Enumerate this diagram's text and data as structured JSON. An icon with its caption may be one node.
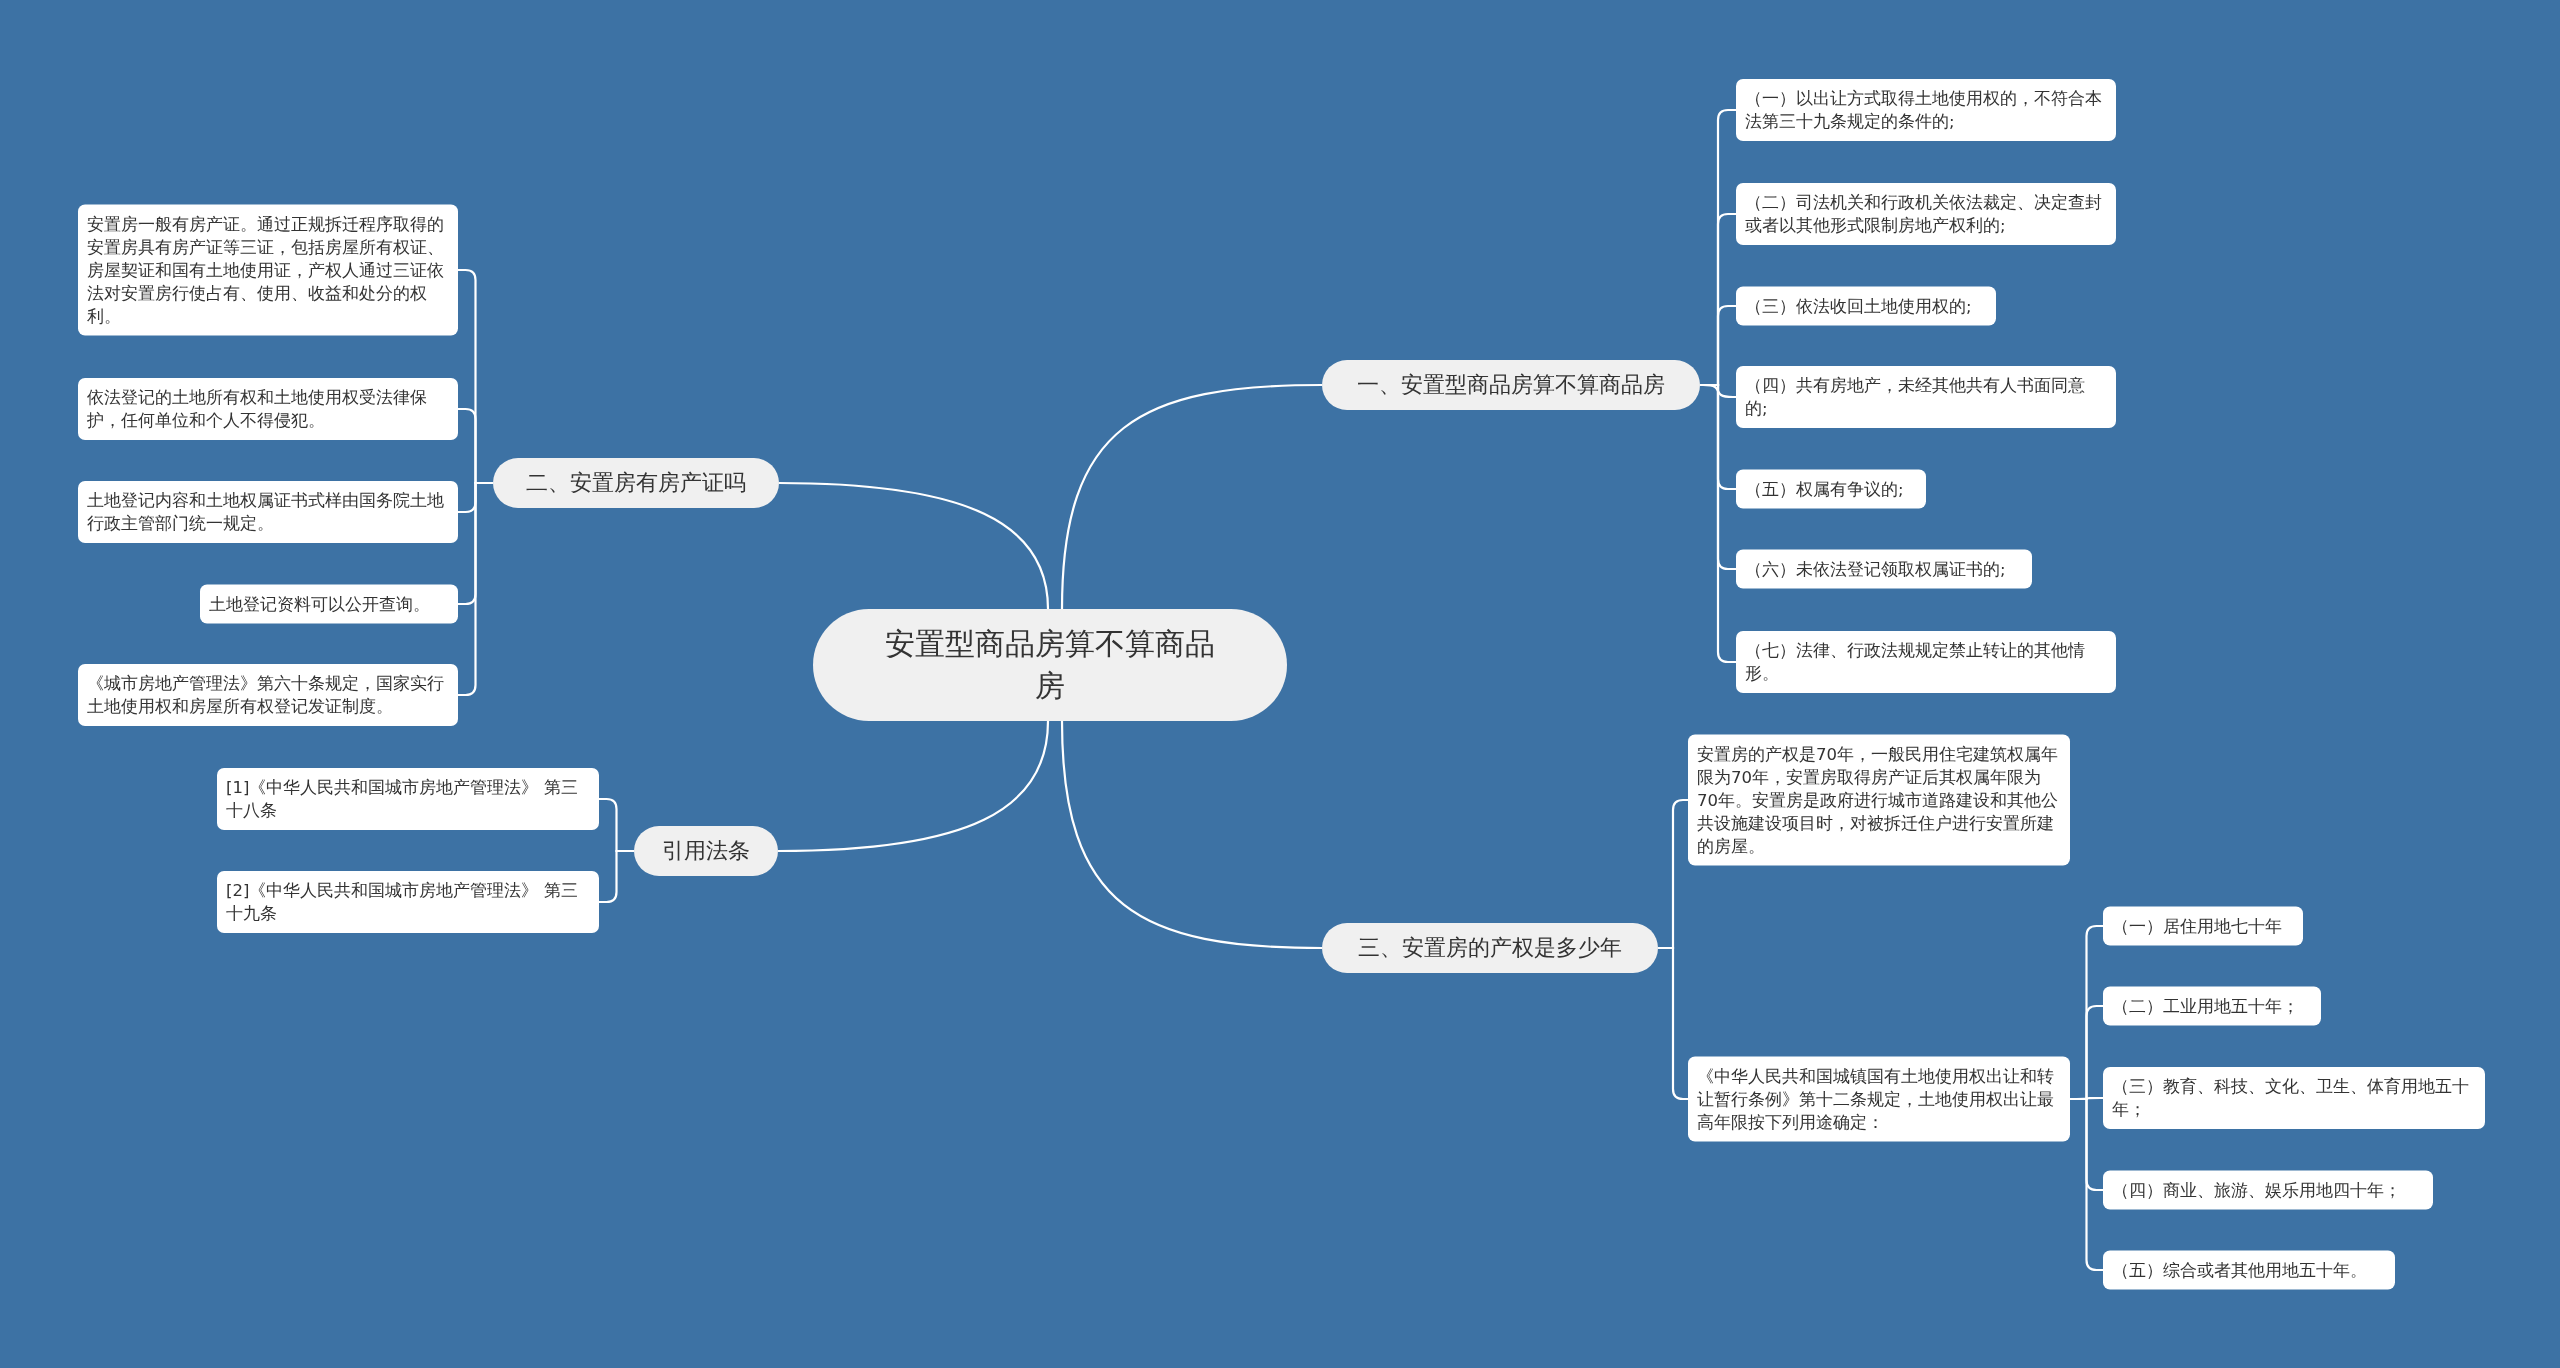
{
  "diagram": {
    "nodes": [
      {
        "text": [
          "安置型商品房算不算商品房"
        ]
      },
      {
        "text": [
          "一、安置型商品房算不算商品房"
        ]
      },
      {
        "text": [
          "（一）以出让方式取得土地使用权的，不符合本法第三十九条规定的条件的;"
        ]
      },
      {
        "text": [
          "（二）司法机关和行政机关依法裁定、决定查封或者以其他形式限制房地产权利的;"
        ]
      },
      {
        "text": [
          "（三）依法收回土地使用权的;"
        ]
      },
      {
        "text": [
          "（四）共有房地产，未经其他共有人书面同意的;"
        ]
      },
      {
        "text": [
          "（五）权属有争议的;"
        ]
      },
      {
        "text": [
          "（六）未依法登记领取权属证书的;"
        ]
      },
      {
        "text": [
          "（七）法律、行政法规规定禁止转让的其他情形。"
        ]
      },
      {
        "text": [
          "二、安置房有房产证吗"
        ]
      },
      {
        "text": [
          "安置房一般有房产证。通过正规拆迁程序取得的安置房具有房产证等三证，包括房屋所有权证、房屋契证和国有土地使用证，产权人通过三证依法对安置房行使占有、使用、收益和处分的权利。"
        ]
      },
      {
        "text": [
          "依法登记的土地所有权和土地使用权受法律保护，任何单位和个人不得侵犯。"
        ]
      },
      {
        "text": [
          "土地登记内容和土地权属证书式样由国务院土地行政主管部门统一规定。"
        ]
      },
      {
        "text": [
          "土地登记资料可以公开查询。"
        ]
      },
      {
        "text": [
          "《城市房地产管理法》第六十条规定，国家实行土地使用权和房屋所有权登记发证制度。"
        ]
      },
      {
        "text": [
          "三、安置房的产权是多少年"
        ]
      },
      {
        "text": [
          "安置房的产权是70年，一般民用住宅建筑权属年限为70年，安置房取得房产证后其权属年限为70年。安置房是政府进行城市道路建设和其他公共设施建设项目时，对被拆迁住户进行安置所建的房屋。"
        ]
      },
      {
        "text": [
          "《中华人民共和国城镇国有土地使用权出让和转让暂行条例》第十二条规定，土地使用权出让最高年限按下列用途确定："
        ]
      },
      {
        "text": [
          "（一）居住用地七十年"
        ]
      },
      {
        "text": [
          "（二）工业用地五十年；"
        ]
      },
      {
        "text": [
          "（三）教育、科技、文化、卫生、体育用地五十年；"
        ]
      },
      {
        "text": [
          "（四）商业、旅游、娱乐用地四十年；"
        ]
      },
      {
        "text": [
          "（五）综合或者其他用地五十年。"
        ]
      },
      {
        "text": [
          "引用法条"
        ]
      },
      {
        "text": [
          "[1]《中华人民共和国城市房地产管理法》 第三十八条"
        ]
      },
      {
        "text": [
          "[2]《中华人民共和国城市房地产管理法》 第三十九条"
        ]
      }
    ],
    "edges": [
      {
        "from": 0,
        "to": 1,
        "arrow": "none"
      },
      {
        "from": 1,
        "to": 2,
        "arrow": "none"
      },
      {
        "from": 1,
        "to": 3,
        "arrow": "none"
      },
      {
        "from": 1,
        "to": 4,
        "arrow": "none"
      },
      {
        "from": 1,
        "to": 5,
        "arrow": "none"
      },
      {
        "from": 1,
        "to": 6,
        "arrow": "none"
      },
      {
        "from": 1,
        "to": 7,
        "arrow": "none"
      },
      {
        "from": 1,
        "to": 8,
        "arrow": "none"
      },
      {
        "from": 0,
        "to": 9,
        "arrow": "none"
      },
      {
        "from": 9,
        "to": 10,
        "arrow": "none"
      },
      {
        "from": 9,
        "to": 11,
        "arrow": "none"
      },
      {
        "from": 9,
        "to": 12,
        "arrow": "none"
      },
      {
        "from": 9,
        "to": 13,
        "arrow": "none"
      },
      {
        "from": 9,
        "to": 14,
        "arrow": "none"
      },
      {
        "from": 0,
        "to": 15,
        "arrow": "none"
      },
      {
        "from": 15,
        "to": 16,
        "arrow": "none"
      },
      {
        "from": 15,
        "to": 17,
        "arrow": "none"
      },
      {
        "from": 17,
        "to": 18,
        "arrow": "none"
      },
      {
        "from": 17,
        "to": 19,
        "arrow": "none"
      },
      {
        "from": 17,
        "to": 20,
        "arrow": "none"
      },
      {
        "from": 17,
        "to": 21,
        "arrow": "none"
      },
      {
        "from": 17,
        "to": 22,
        "arrow": "none"
      },
      {
        "from": 0,
        "to": 23,
        "arrow": "none"
      },
      {
        "from": 23,
        "to": 24,
        "arrow": "none"
      },
      {
        "from": 23,
        "to": 25,
        "arrow": "none"
      }
    ]
  }
}
